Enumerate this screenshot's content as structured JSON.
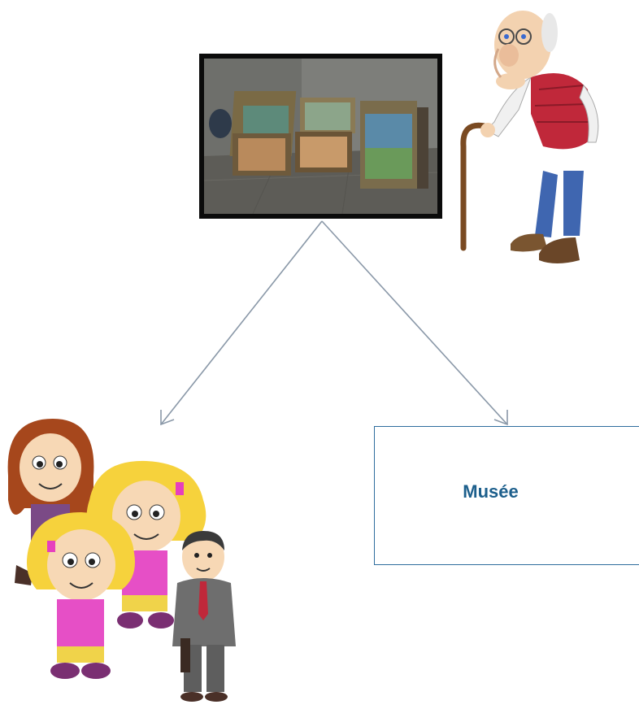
{
  "museum": {
    "label": "Musée"
  },
  "images": {
    "photo": "framed-paintings-photo",
    "elder": "elderly-man-with-cane",
    "group": "children-and-man-group"
  },
  "colors": {
    "arrow": "#8a98a8",
    "box_border": "#2f6d9e",
    "label": "#1d5f8c"
  }
}
